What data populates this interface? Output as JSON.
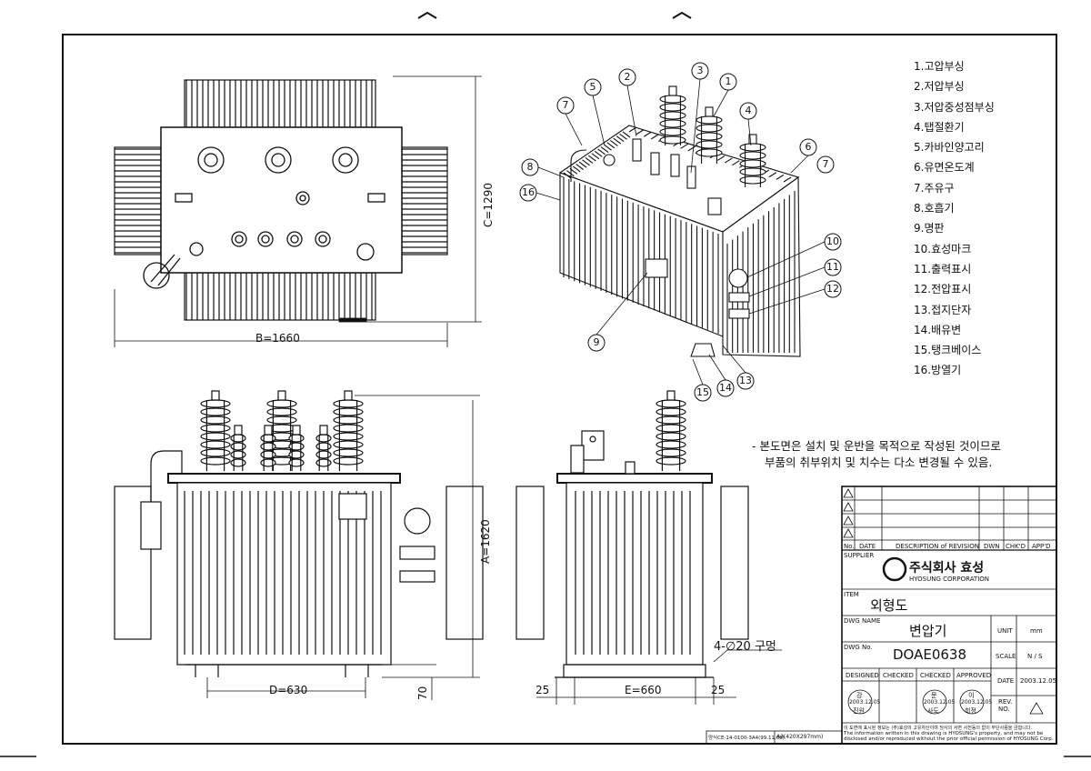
{
  "parts": [
    "1.고압부싱",
    "2.저압부싱",
    "3.저압중성점부싱",
    "4.탭절환기",
    "5.카바인양고리",
    "6.유면온도계",
    "7.주유구",
    "8.호흡기",
    "9.명판",
    "10.효성마크",
    "11.출력표시",
    "12.전압표시",
    "13.접지단자",
    "14.배유변",
    "15.탱크베이스",
    "16.방열기"
  ],
  "dimensions": {
    "b": "B=1660",
    "c": "C=1290",
    "a": "A=1620",
    "d": "D=630",
    "e": "E=660",
    "h70": "70",
    "side25_left": "25",
    "side25_right": "25",
    "hole": "4-∅20 구멍"
  },
  "callouts": [
    "1",
    "2",
    "3",
    "4",
    "5",
    "6",
    "7",
    "7",
    "8",
    "9",
    "10",
    "11",
    "12",
    "13",
    "14",
    "15",
    "16"
  ],
  "note": {
    "line1": "- 본도면은 설치 및 운반을 목적으로 작성된 것이므로",
    "line2": "부품의 취부위치 및 치수는 다소 변경될 수 있음."
  },
  "title_block": {
    "rev_header": {
      "no": "No.",
      "date": "DATE",
      "desc": "DESCRIPTION of REVISION",
      "dwn": "DWN",
      "chkd": "CHK'D",
      "appd": "APP'D"
    },
    "supplier_label": "SUPPLIER",
    "company_ko": "주식회사 효성",
    "company_en": "HYOSUNG CORPORATION",
    "item_label": "ITEM",
    "item_value": "외형도",
    "dwg_name_label": "DWG NAME",
    "dwg_name_value": "변압기",
    "unit_label": "UNIT",
    "unit_value": "mm",
    "dwg_no_label": "DWG No.",
    "dwg_no_value": "DOAE0638",
    "scale_label": "SCALE",
    "scale_value": "N / S",
    "designed": "DESIGNED",
    "checked1": "CHECKED",
    "checked2": "CHECKED",
    "approved": "APPROVED",
    "date_label": "DATE",
    "date_value": "2003.12.05",
    "rev_label": "REV. NO.",
    "stamp1": {
      "a": "강",
      "b": "2003.12.05",
      "c": "진원"
    },
    "stamp2": {
      "a": "문",
      "b": "2003.12.05",
      "c": "사도"
    },
    "stamp3": {
      "a": "이",
      "b": "2003.12.05",
      "c": "희정"
    },
    "footer1": "이 도면에 표시된 정보는 (주)효성의 고유자산이며 당사의 서면 사전동의 없이 무단사용을 금합니다.",
    "footer2": "The information written in this drawing is HYOSUNG's property, and may not be",
    "footer3": "disclosed and/or reproduced without the prior official permission of HYOSUNG Corp.",
    "form_no": "양식CE-14-0100-3A4(99.11.08)",
    "paper": "A3(420X297mm)"
  },
  "colors": {
    "ink": "#111111",
    "paper": "#ffffff"
  }
}
